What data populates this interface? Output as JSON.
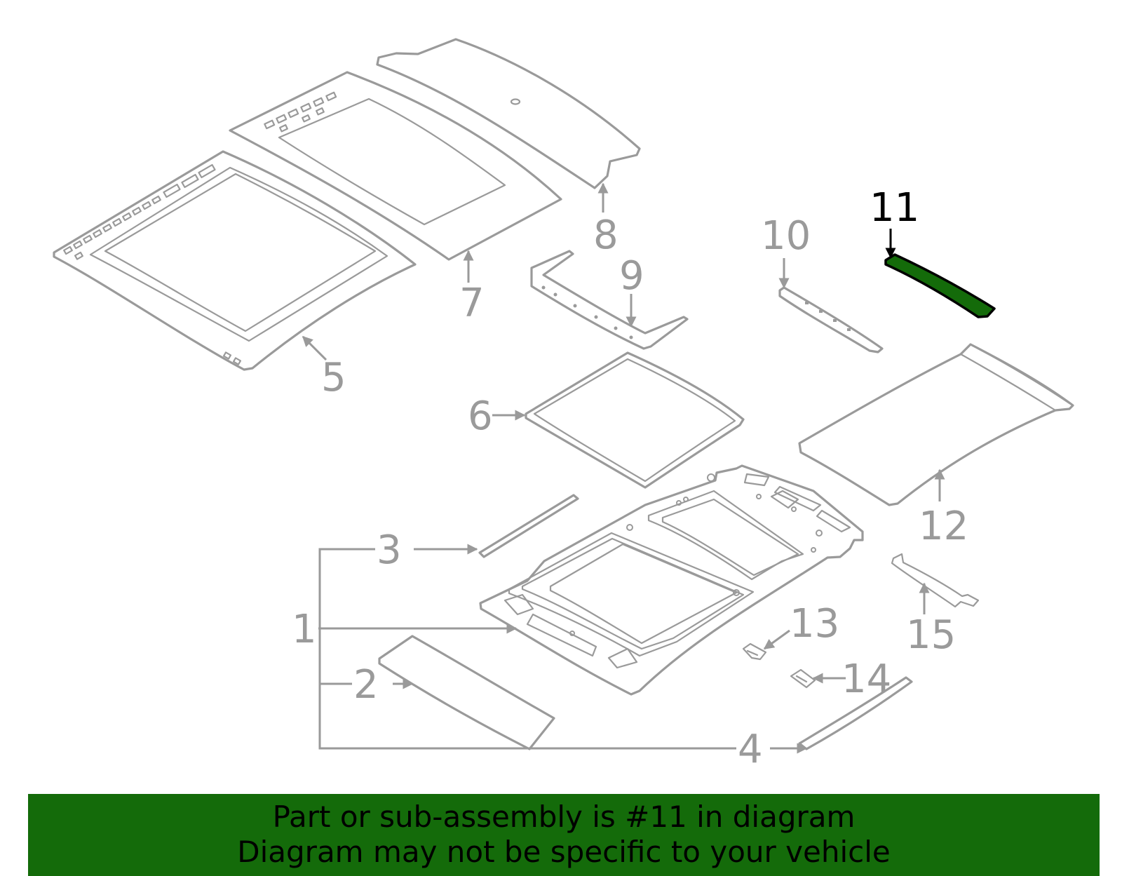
{
  "diagram": {
    "highlighted_part": "11",
    "callouts": {
      "c1": "1",
      "c2": "2",
      "c3": "3",
      "c4": "4",
      "c5": "5",
      "c6": "6",
      "c7": "7",
      "c8": "8",
      "c9": "9",
      "c10": "10",
      "c11": "11",
      "c12": "12",
      "c13": "13",
      "c14": "14",
      "c15": "15"
    }
  },
  "banner": {
    "line1": "Part or sub-assembly is #11 in diagram",
    "line2": "Diagram may not be specific to your vehicle"
  },
  "colors": {
    "highlight": "#146b0a",
    "outline": "#9a9a9a",
    "active_label": "#000000",
    "banner_bg": "#146b0a"
  }
}
